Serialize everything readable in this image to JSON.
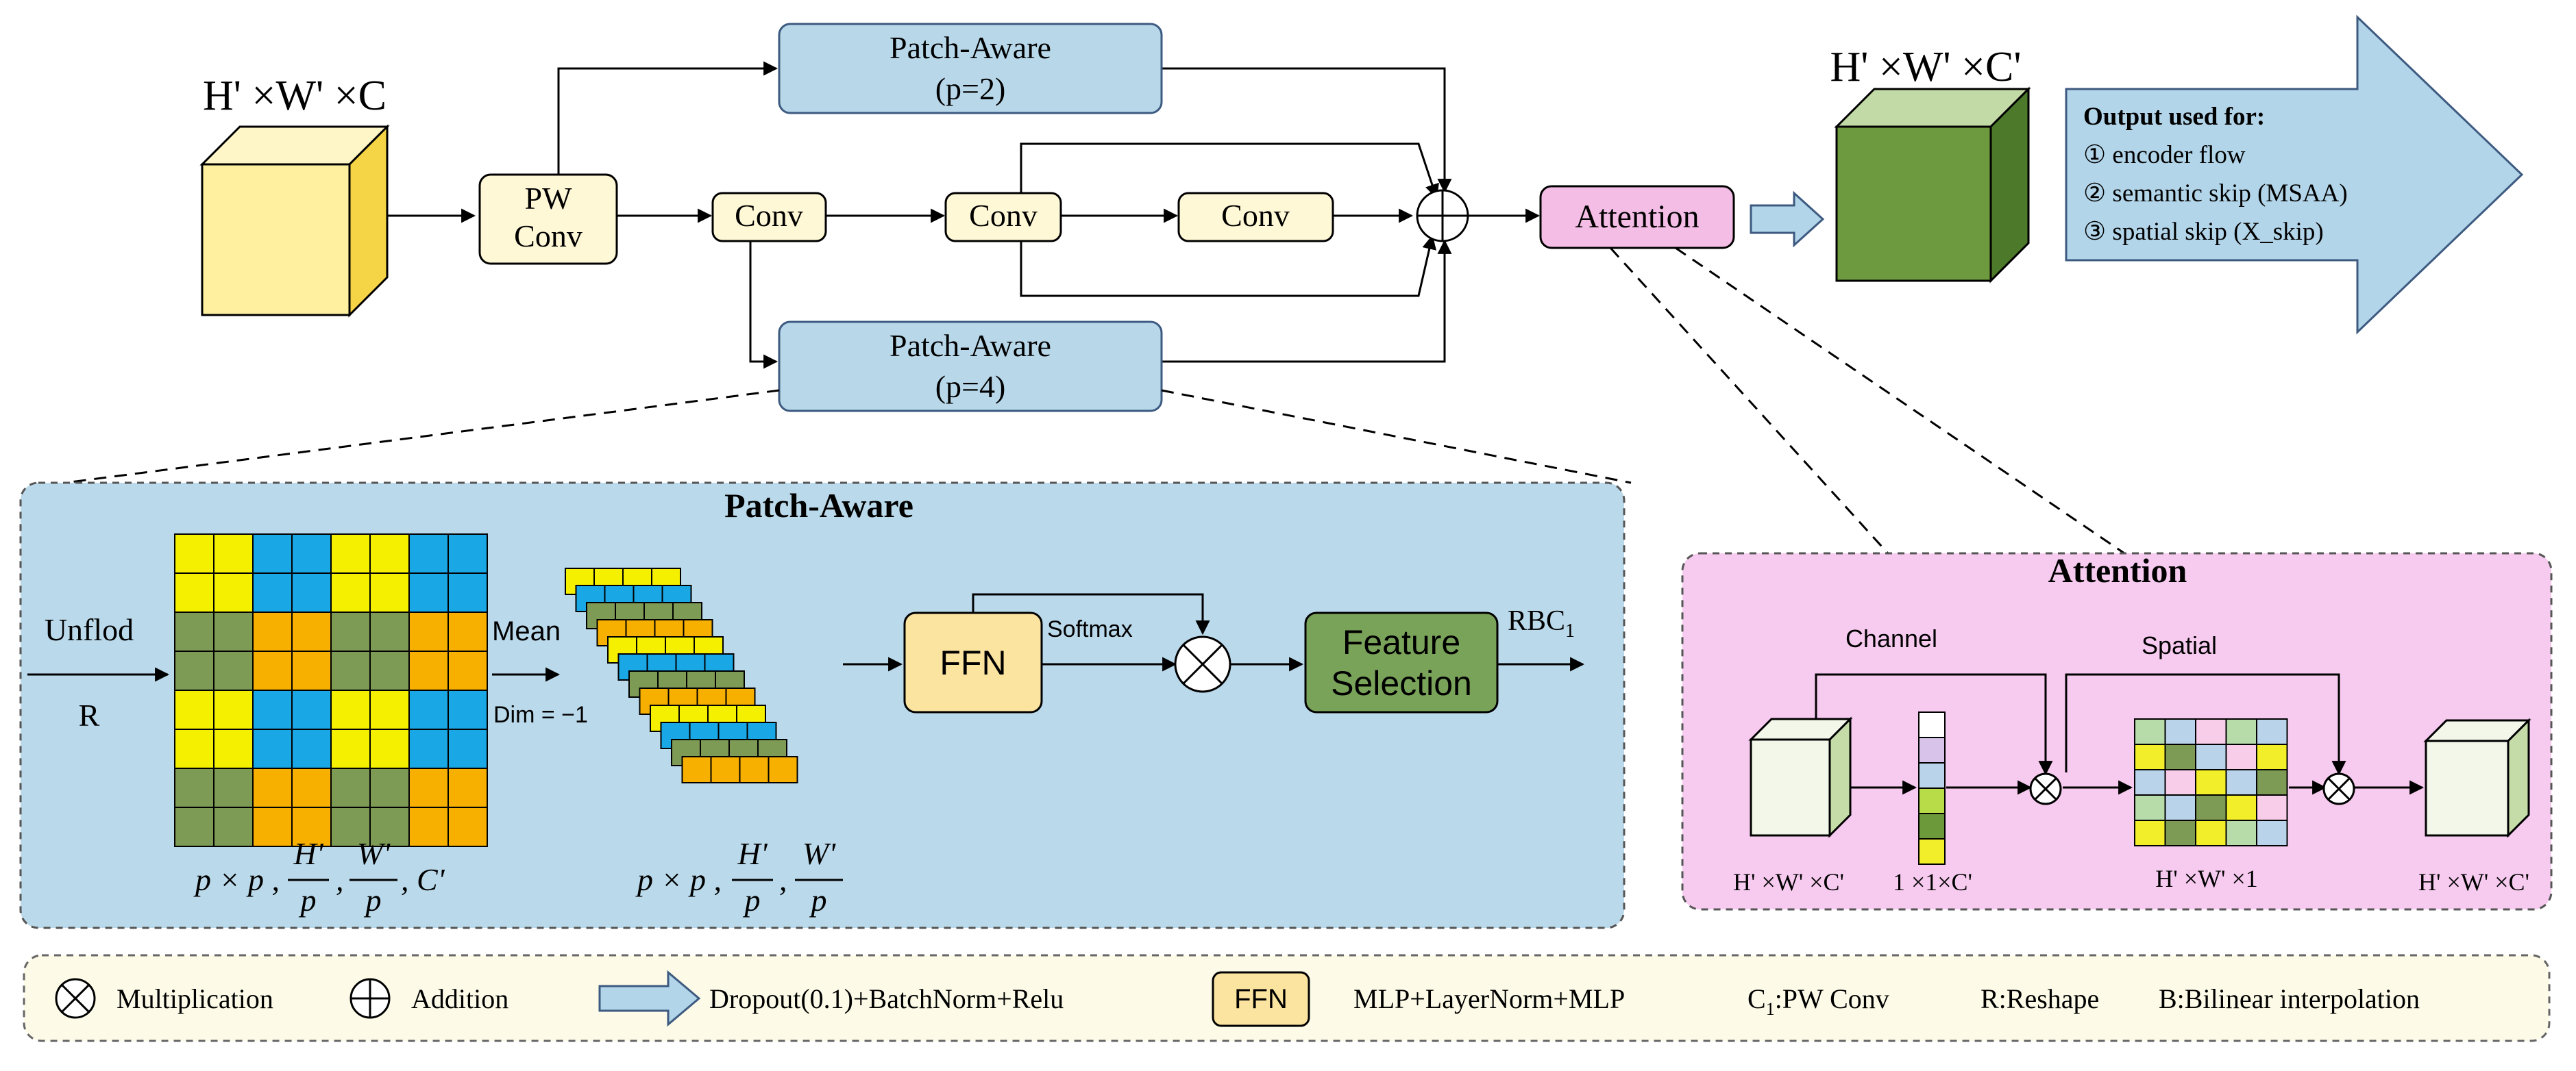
{
  "colors": {
    "box_blue": "#b8d8ea",
    "box_blue_stroke": "#3d5a80",
    "box_cream": "#fff8d6",
    "attention_pink": "#f4bde6",
    "attention_panel": "#f7cbef",
    "patch_panel": "#bad9ea",
    "output_arrow": "#b3d5e9",
    "cube_yellow_front": "#fff0a0",
    "cube_green_front": "#6e9a3f",
    "feature_selection": "#7aa35a",
    "ffn_fill": "#fbe3a0",
    "legend_bg": "#fdfbe8",
    "cell_yellow": "#f5f000",
    "cell_blue": "#1aa7e6",
    "cell_green": "#7e9b55",
    "cell_orange": "#f8b000"
  },
  "top": {
    "input_dims": "H' ×W' ×C",
    "output_dims": "H' ×W' ×C'",
    "pw_conv_line1": "PW",
    "pw_conv_line2": "Conv",
    "conv1": "Conv",
    "conv2": "Conv",
    "conv3": "Conv",
    "patch_aware_p2_line1": "Patch-Aware",
    "patch_aware_p2_line2": "(p=2)",
    "patch_aware_p4_line1": "Patch-Aware",
    "patch_aware_p4_line2": "(p=4)",
    "attention": "Attention",
    "output_title": "Output used for:",
    "output_items": [
      "① encoder flow",
      "② semantic skip (MSAA)",
      "③ spatial skip (X_skip)"
    ]
  },
  "patch_panel": {
    "title": "Patch-Aware",
    "unflod": "Unflod",
    "r": "R",
    "mean": "Mean",
    "dim": "Dim = −1",
    "ffn": "FFN",
    "softmax": "Softmax",
    "feature_selection_line1": "Feature",
    "feature_selection_line2": "Selection",
    "rbc": "RBC",
    "rbc_sub": "1",
    "formula1_prefix": "p × p ,",
    "formula1_h_num": "H'",
    "formula1_h_den": "p",
    "formula1_w_num": "W'",
    "formula1_w_den": "p",
    "formula1_suffix": ", C'",
    "formula2_prefix": "p × p ,",
    "formula2_h_num": "H'",
    "formula2_h_den": "p",
    "formula2_w_num": "W'",
    "formula2_w_den": "p"
  },
  "attention_panel": {
    "title": "Attention",
    "channel": "Channel",
    "spatial": "Spatial",
    "dims_in": "H' ×W' ×C'",
    "dims_vec": "1 ×1×C'",
    "dims_map": "H' ×W' ×1",
    "dims_out": "H' ×W' ×C'"
  },
  "legend": {
    "multiplication": "Multiplication",
    "addition": "Addition",
    "arrow_desc": "Dropout(0.1)+BatchNorm+Relu",
    "ffn_box": "FFN",
    "ffn_desc": "MLP+LayerNorm+MLP",
    "c1": "C",
    "c1_sub": "1",
    "c1_desc": ":PW Conv",
    "reshape": "R:Reshape",
    "bilinear": "B:Bilinear interpolation"
  }
}
